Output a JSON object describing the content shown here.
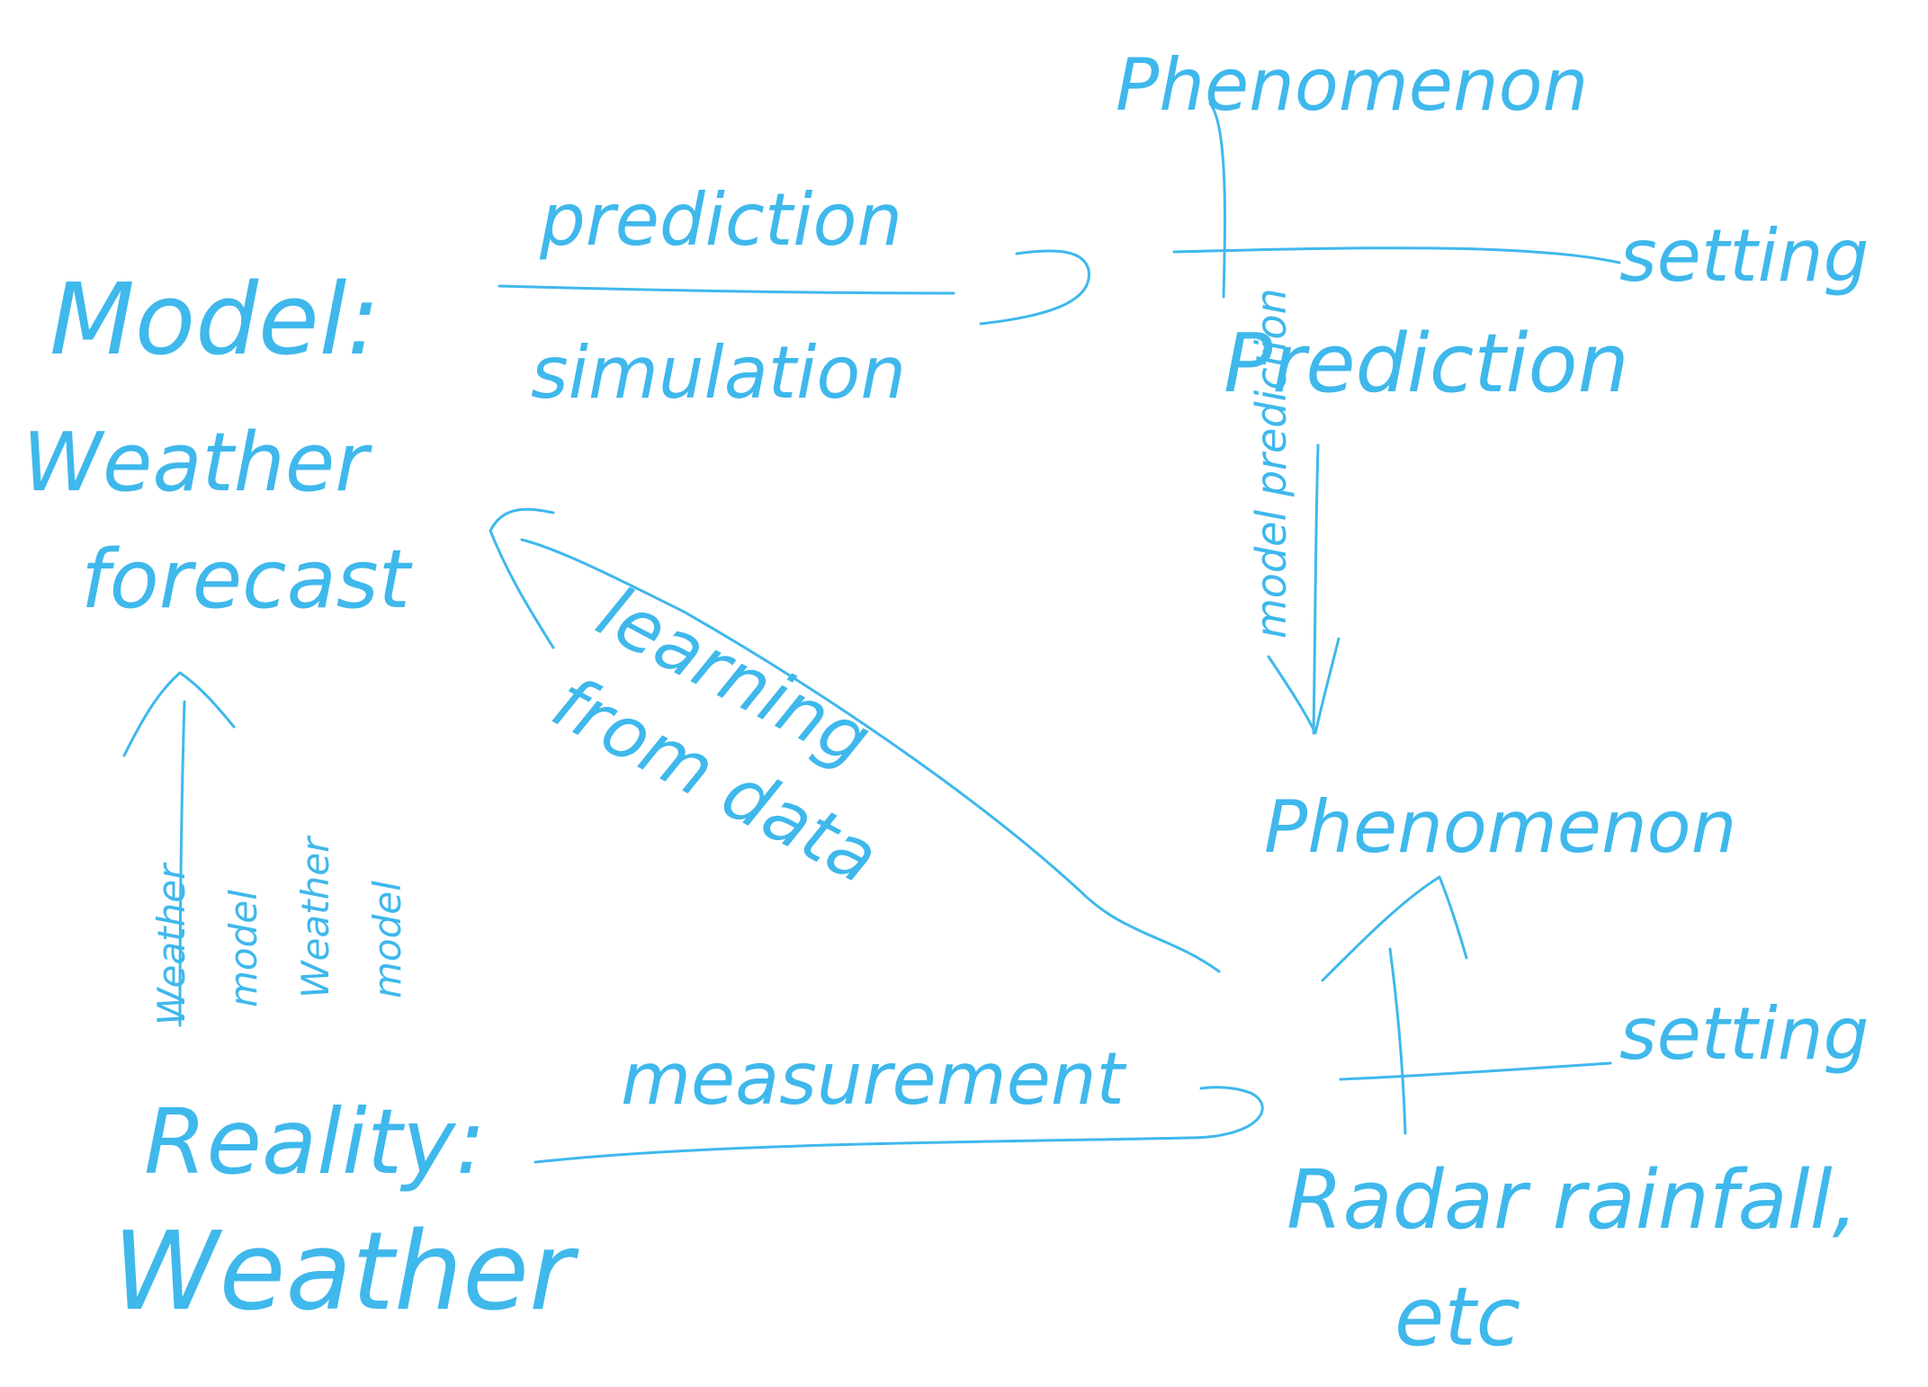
{
  "labels": {
    "model": "Model:",
    "prediction_top": "prediction",
    "simulation": "simulation",
    "phenomenon_top": "Phenomenon",
    "setting_top": "setting",
    "prediction_right": "Prediction",
    "model_prediction_vertical": "model prediction",
    "weather_forecast_1": "Weather",
    "weather_forecast_2": "forecast",
    "left_vertical_1": "Weather",
    "left_vertical_2": "model",
    "left_vertical_3": "Weather",
    "left_vertical_4": "model",
    "learning": "learning",
    "from_data": "from data",
    "phenomenon_bottom": "Phenomenon",
    "setting_bottom": "setting",
    "measurement": "measurement",
    "reality": "Reality:",
    "weather": "Weather",
    "result_1": "Radar rainfall,",
    "result_2": "etc"
  },
  "colors": {
    "ink": "#3fb8ec",
    "background": "#ffffff"
  }
}
